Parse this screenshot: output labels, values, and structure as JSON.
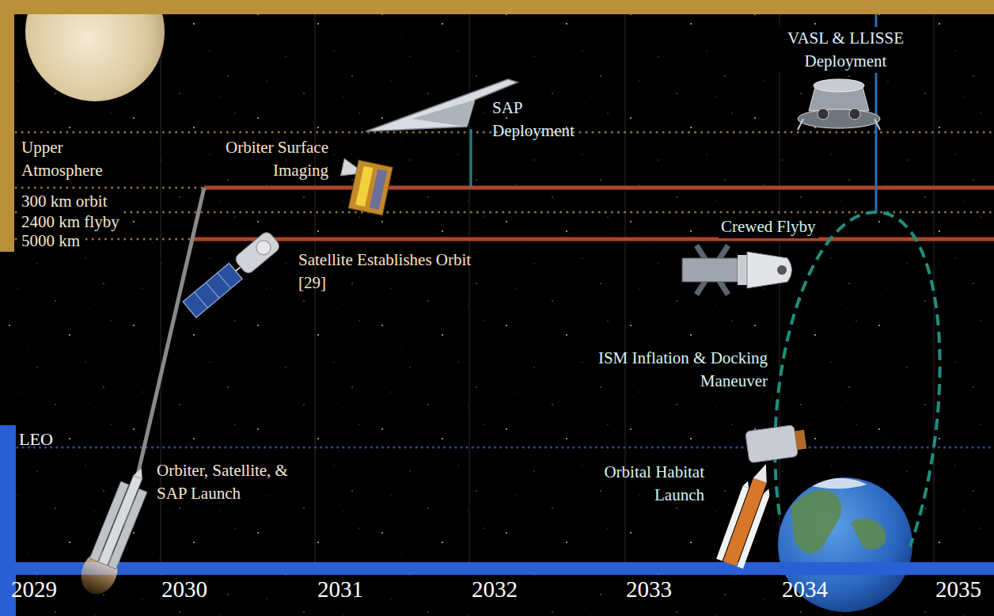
{
  "diagram": {
    "labels": [
      "VASL & LLISSE Deployment",
      "SAP Deployment",
      "Upper Atmosphere",
      "Orbiter Surface Imaging",
      "300 km orbit",
      "2400 km flyby",
      "Crewed Flyby",
      "5000 km",
      "Satellite Establishes Orbit [29]",
      "ISM Inflation & Docking Maneuver",
      "LEO",
      "Orbiter, Satellite, & SAP Launch",
      "Orbital Habitat Launch",
      "2029",
      "2030",
      "2031",
      "2032",
      "2033",
      "2034",
      "2035"
    ]
  }
}
